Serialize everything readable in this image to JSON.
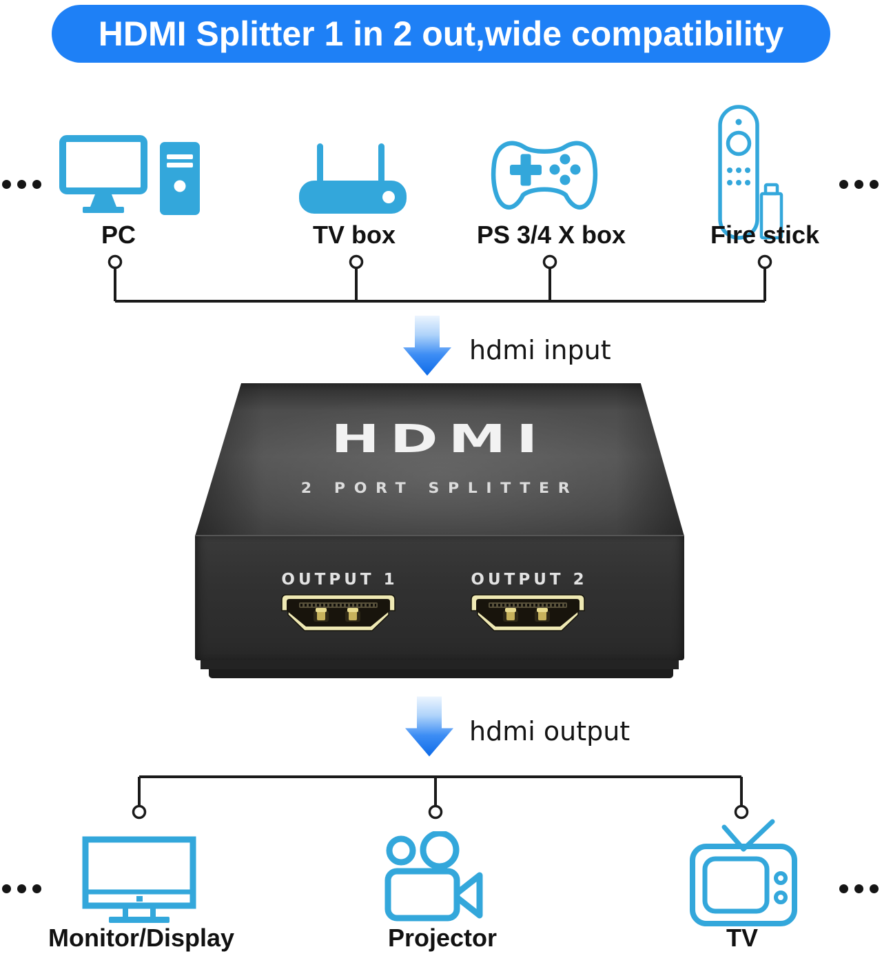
{
  "banner": {
    "title": "HDMI Splitter 1 in 2 out,wide compatibility"
  },
  "colors": {
    "banner_bg": "#1E80F6",
    "accent_blue": "#33A7DB",
    "line_black": "#1A1A1A",
    "arrow_light": "#ECF5FE",
    "arrow_blue": "#0E6BE8",
    "port_gold": "#EFE9B4",
    "box_face": "#303030",
    "label_text": "#111111"
  },
  "inputs": {
    "flow_label": "hdmi input",
    "devices": [
      {
        "id": "pc",
        "label": "PC",
        "icon": "desktop-pc-icon"
      },
      {
        "id": "tv-box",
        "label": "TV box",
        "icon": "tv-box-icon"
      },
      {
        "id": "game-console",
        "label": "PS 3/4 X box",
        "icon": "game-controller-icon"
      },
      {
        "id": "fire-stick",
        "label": "Fire stick",
        "icon": "fire-stick-icon"
      }
    ]
  },
  "device": {
    "logo": "HDMI",
    "subtitle": "2 PORT SPLITTER",
    "ports": [
      {
        "label": "OUTPUT 1"
      },
      {
        "label": "OUTPUT 2"
      }
    ]
  },
  "outputs": {
    "flow_label": "hdmi output",
    "devices": [
      {
        "id": "monitor",
        "label": "Monitor/Display",
        "icon": "monitor-icon"
      },
      {
        "id": "projector",
        "label": "Projector",
        "icon": "projector-icon"
      },
      {
        "id": "tv",
        "label": "TV",
        "icon": "tv-icon"
      }
    ]
  }
}
